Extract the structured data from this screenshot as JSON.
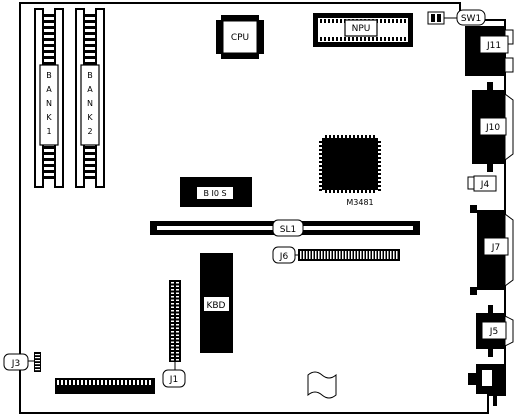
{
  "board": {
    "labels": {
      "cpu": "CPU",
      "npu": "NPU",
      "sw1": "SW1",
      "j11": "J11",
      "j10": "J10",
      "j4": "J4",
      "j7": "J7",
      "j5": "J5",
      "bank1_letters": [
        "B",
        "A",
        "N",
        "K",
        "1"
      ],
      "bank2_letters": [
        "B",
        "A",
        "N",
        "K",
        "2"
      ],
      "bios": "B I0 S",
      "chip": "M3481",
      "sl1": "SL1",
      "j6": "J6",
      "kbd": "KBD",
      "j1": "J1",
      "j3": "J3"
    }
  }
}
